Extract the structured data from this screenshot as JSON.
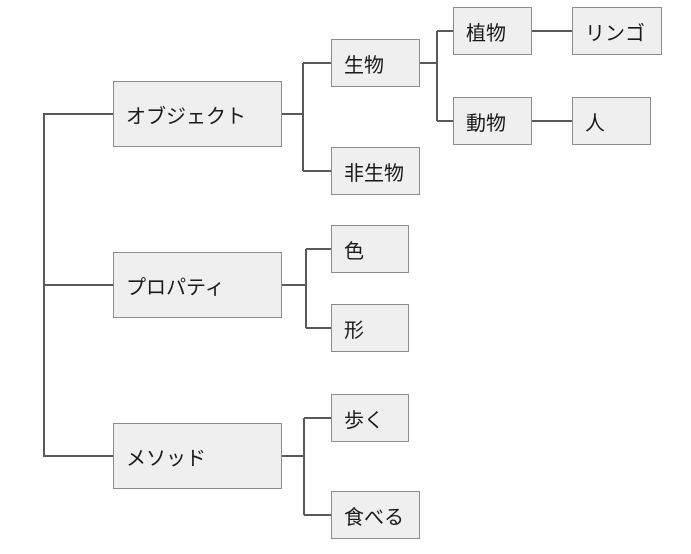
{
  "tree": {
    "object": {
      "label": "オブジェクト",
      "living": {
        "label": "生物",
        "plant": {
          "label": "植物",
          "apple": {
            "label": "リンゴ"
          }
        },
        "animal": {
          "label": "動物",
          "human": {
            "label": "人"
          }
        }
      },
      "nonliving": {
        "label": "非生物"
      }
    },
    "property": {
      "label": "プロパティ",
      "color": {
        "label": "色"
      },
      "shape": {
        "label": "形"
      }
    },
    "method": {
      "label": "メソッド",
      "walk": {
        "label": "歩く"
      },
      "eat": {
        "label": "食べる"
      }
    }
  },
  "colors": {
    "node_fill": "#efefef",
    "node_border": "#8c8c8c",
    "connector": "#595959",
    "text": "#1a1a1a"
  }
}
